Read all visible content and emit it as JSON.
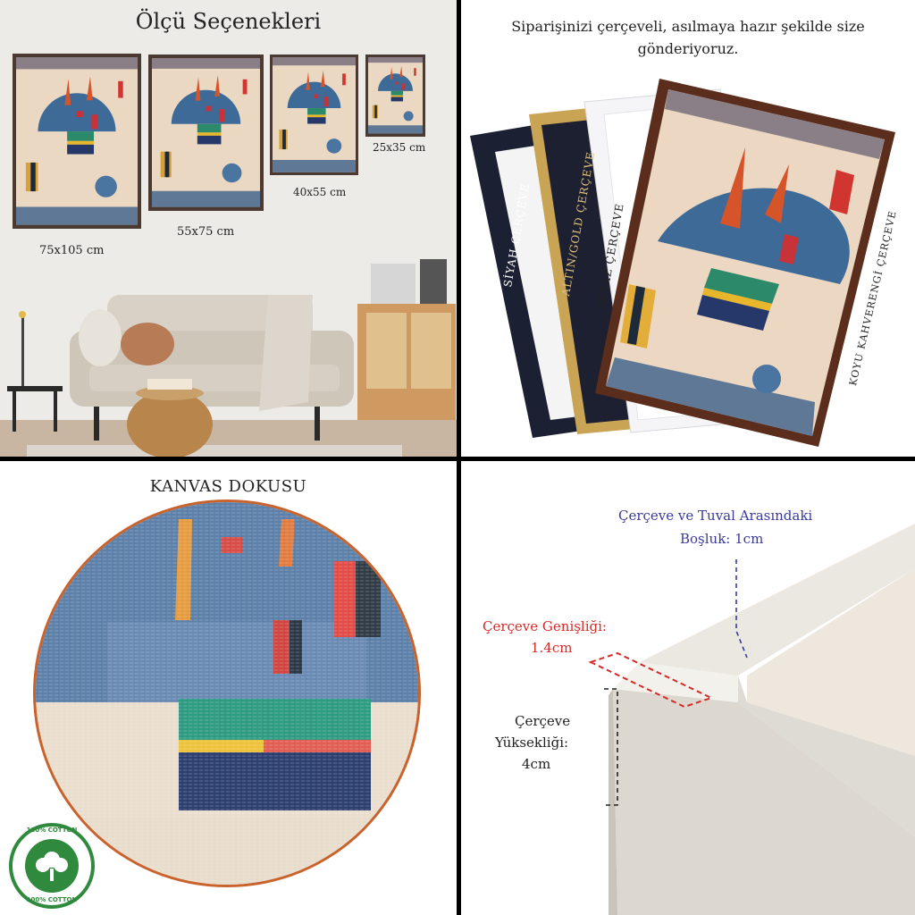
{
  "size_panel": {
    "title": "Ölçü Seçenekleri",
    "sizes": [
      "75x105 cm",
      "55x75 cm",
      "40x55 cm",
      "25x35 cm"
    ]
  },
  "frame_panel": {
    "headline_line1": "Siparişinizi çerçeveli, asılmaya hazır şekilde size",
    "headline_line2": "gönderiyoruz.",
    "frames": [
      "SİYAH ÇERÇEVE",
      "ALTIN/GOLD ÇERÇEVE",
      "BEYAZ ÇERÇEVE",
      "KOYU KAHVERENGİ ÇERÇEVE"
    ]
  },
  "canvas_panel": {
    "title": "KANVAS DOKUSU",
    "badge_text": "100% COTTON"
  },
  "spec_panel": {
    "gap_line1": "Çerçeve ve Tuval Arasındaki",
    "gap_line2": "Boşluk: 1cm",
    "width_line1": "Çerçeve Genişliği:",
    "width_line2": "1.4cm",
    "height_line1": "Çerçeve",
    "height_line2": "Yüksekliği:",
    "height_line3": "4cm"
  },
  "colors": {
    "gap_label": "#3a3a9a",
    "width_label": "#d62a2a",
    "art_blue": "#3f6a96",
    "frame_brown": "#5a2d1c"
  }
}
